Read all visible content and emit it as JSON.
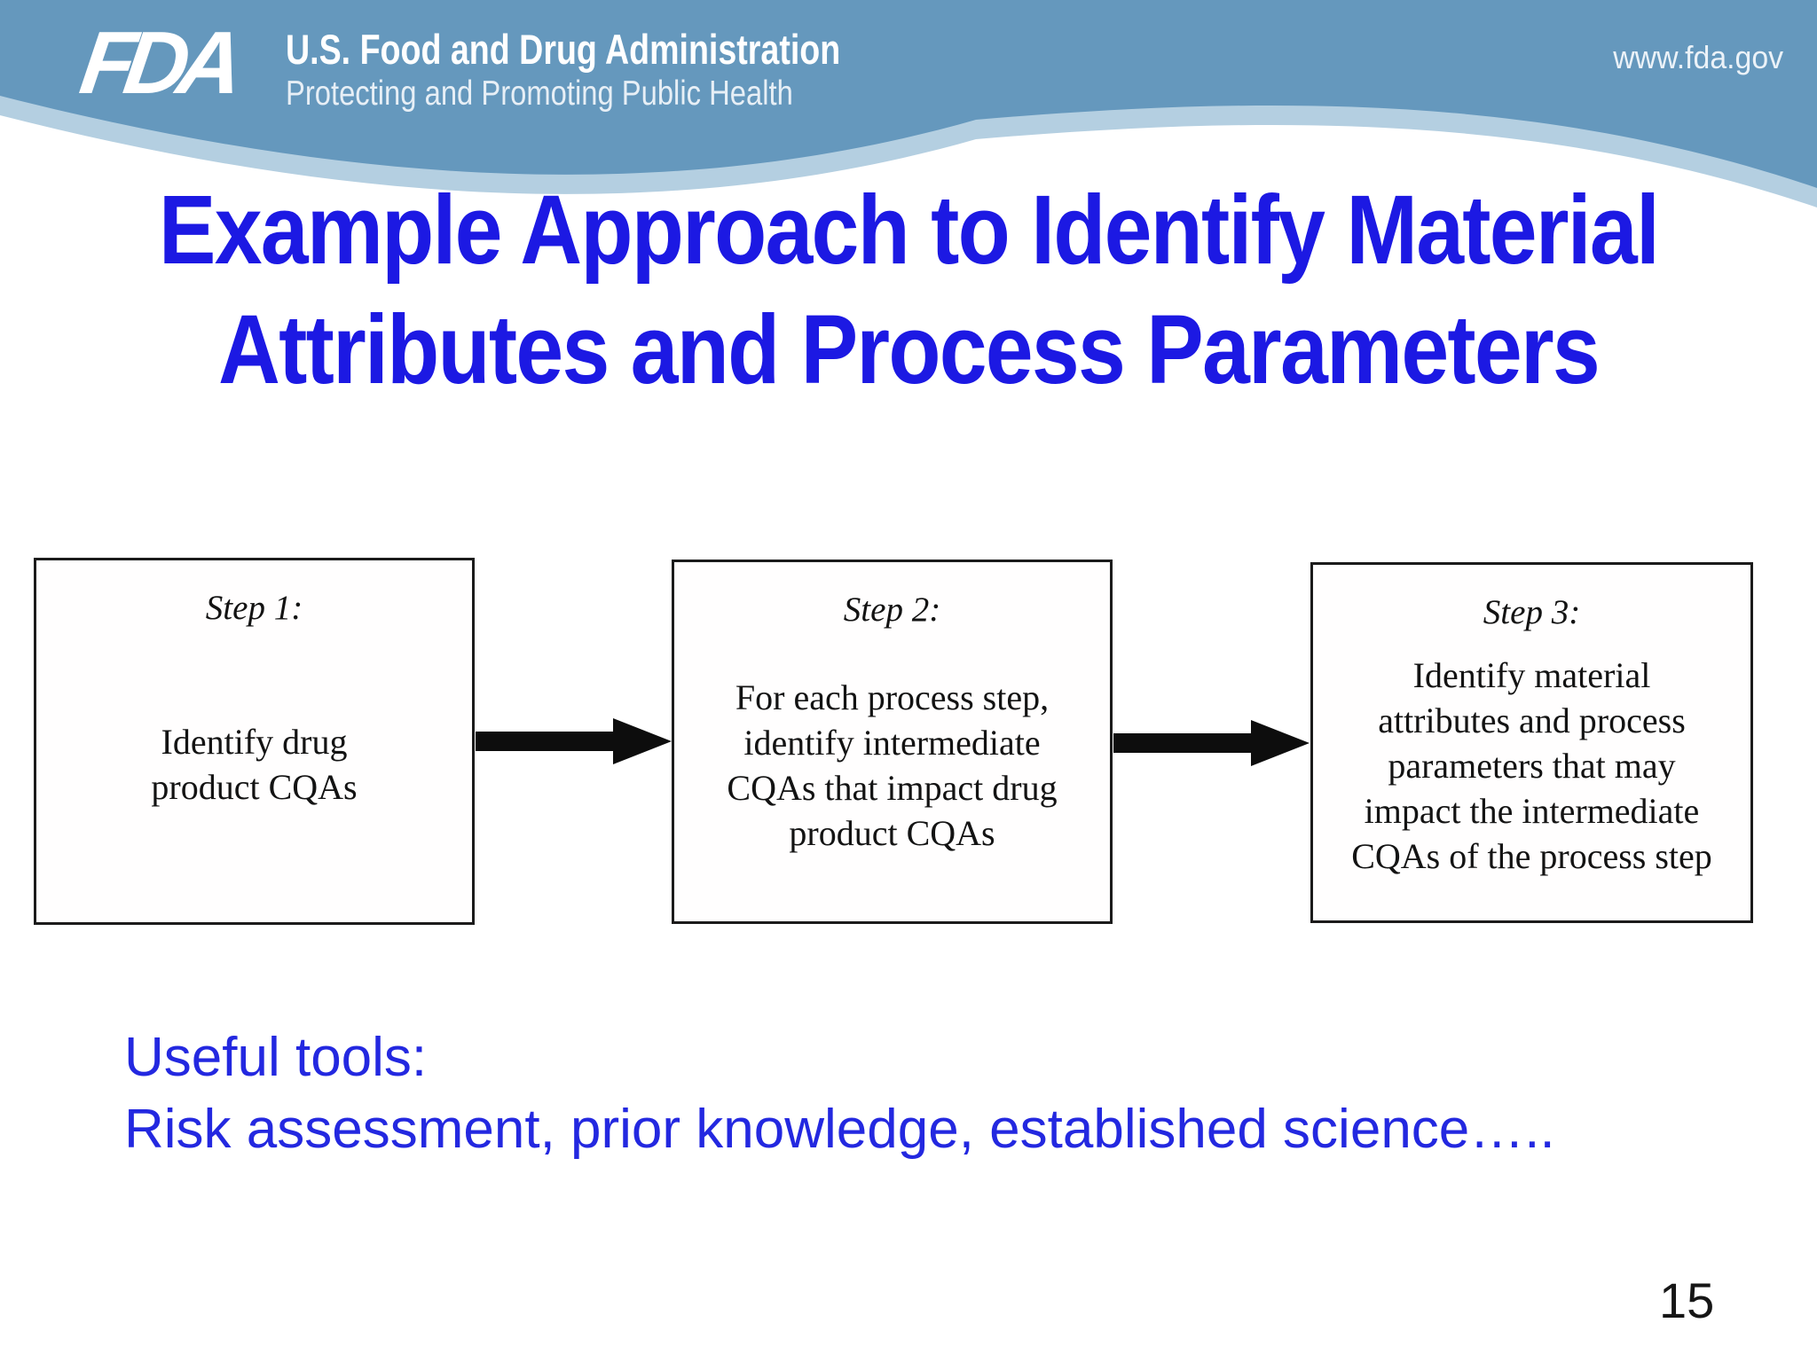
{
  "header": {
    "logo": "FDA",
    "org_name": "U.S. Food and Drug Administration",
    "tagline": "Protecting and Promoting Public Health",
    "website": "www.fda.gov",
    "colors": {
      "band": "#6598bd",
      "band_edge": "#b4cfe1",
      "text": "#ffffff"
    }
  },
  "title": {
    "line1": "Example Approach to Identify Material",
    "line2": "Attributes and Process Parameters",
    "color": "#1c19e3"
  },
  "flow": {
    "steps": [
      {
        "heading": "Step 1:",
        "body": "Identify drug\nproduct CQAs"
      },
      {
        "heading": "Step 2:",
        "body": "For each process step,\nidentify intermediate\nCQAs that impact drug\nproduct CQAs"
      },
      {
        "heading": "Step 3:",
        "body": "Identify material\nattributes and process\nparameters that may\nimpact the intermediate\nCQAs of the process step"
      }
    ],
    "arrow_color": "#0d0d0d"
  },
  "notes": {
    "line1": "Useful tools:",
    "line2": "Risk assessment, prior knowledge, established science….."
  },
  "footer": {
    "page_number": "15"
  }
}
